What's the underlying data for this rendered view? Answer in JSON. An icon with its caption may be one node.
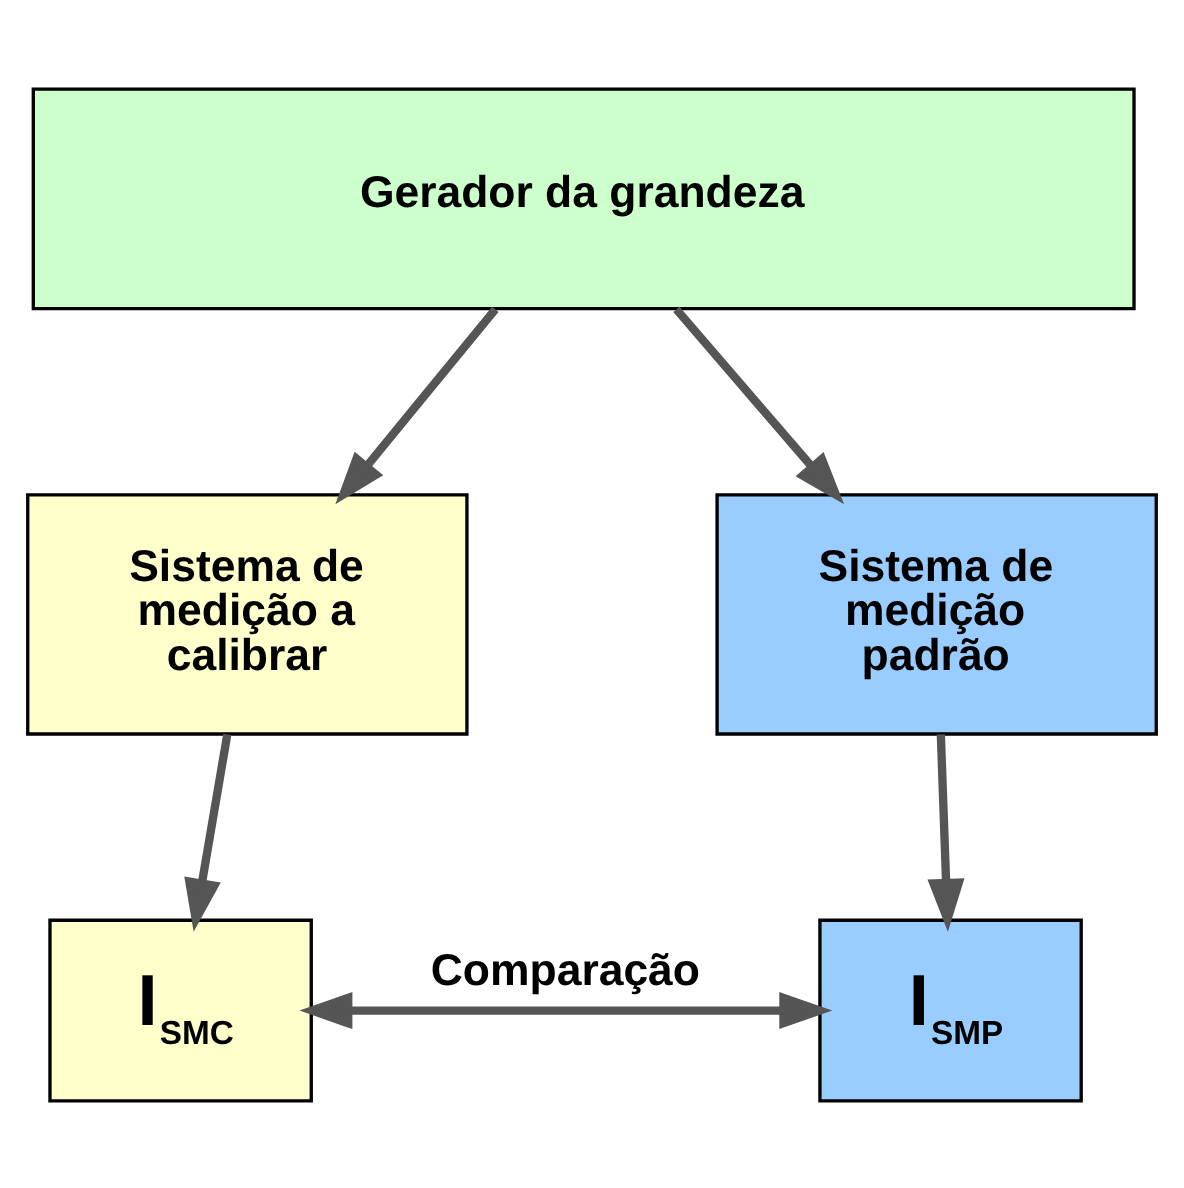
{
  "diagram": {
    "nodes": [
      {
        "text": [
          "Gerador da grandeza"
        ]
      },
      {
        "text": [
          "Sistema de medição a calibrar"
        ]
      },
      {
        "text": [
          "Sistema de medição padrão"
        ]
      },
      {
        "text": [
          "I$_{SMC}$"
        ]
      },
      {
        "text": [
          "I$_{SMP}$"
        ]
      }
    ],
    "edges": [
      {
        "from": 0,
        "to": 1,
        "arrow": "to"
      },
      {
        "from": 0,
        "to": 2,
        "arrow": "to"
      },
      {
        "from": 1,
        "to": 3,
        "arrow": "to"
      },
      {
        "from": 2,
        "to": 4,
        "arrow": "to"
      },
      {
        "from": 3,
        "to": 4,
        "arrow": "both",
        "label": "Comparação"
      }
    ]
  }
}
